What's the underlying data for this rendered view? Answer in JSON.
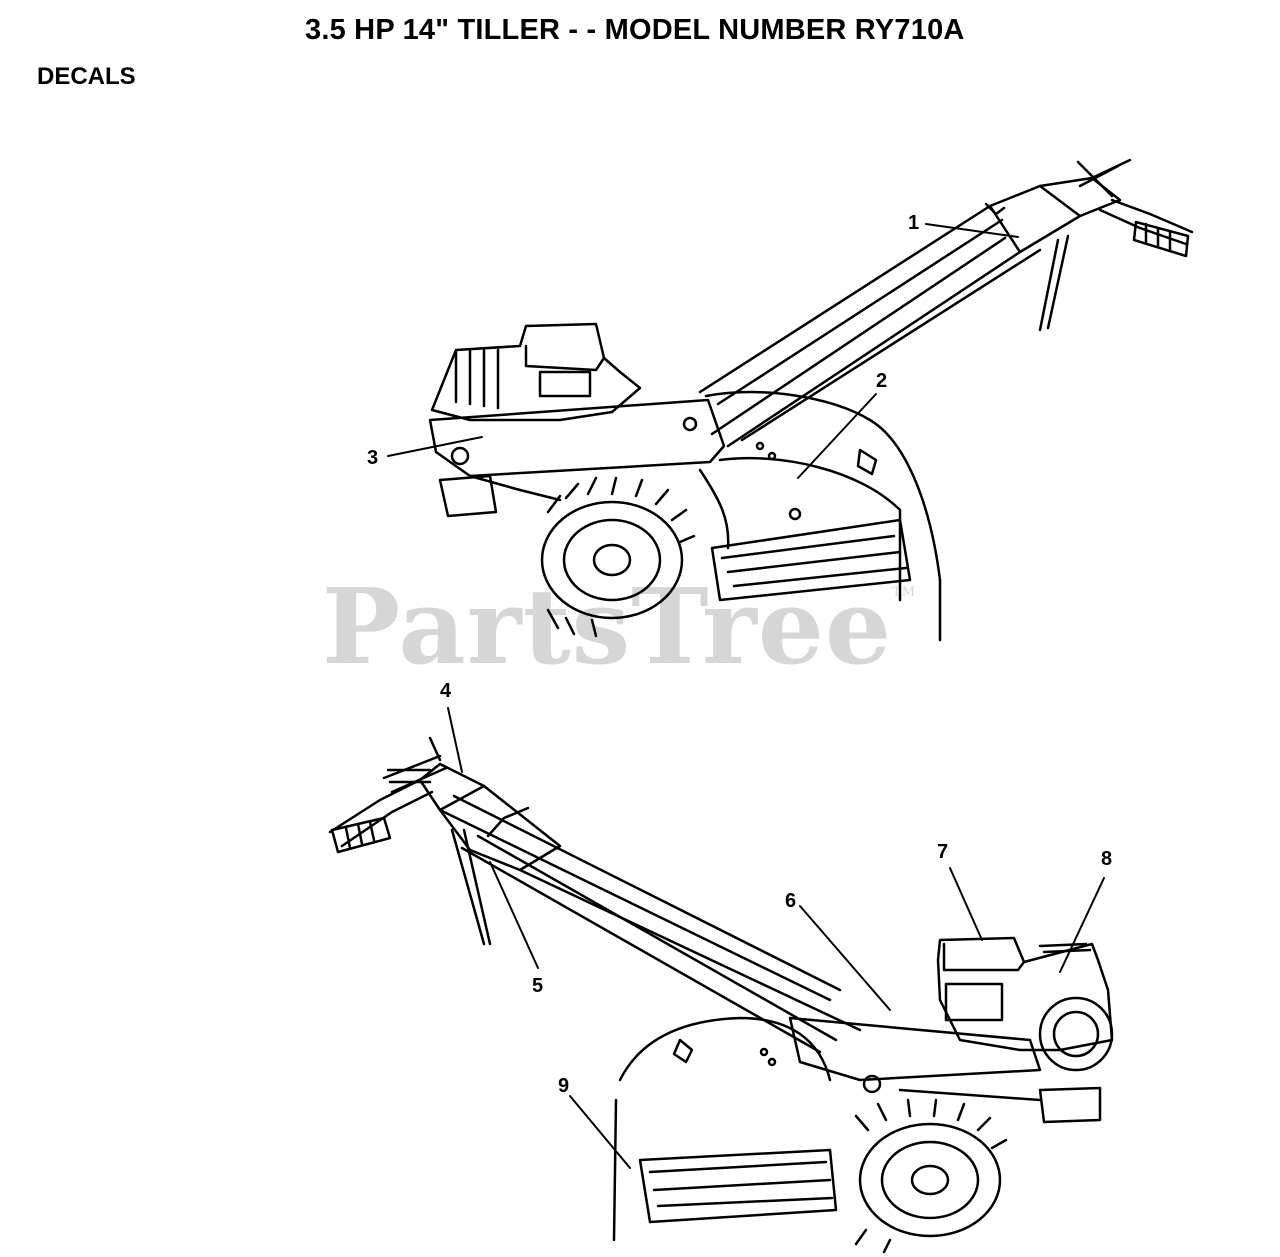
{
  "header": {
    "title": "3.5 HP  14\" TILLER - - MODEL NUMBER RY710A",
    "section": "DECALS"
  },
  "watermark": {
    "text": "PartsTree",
    "tm": "TM"
  },
  "callouts": [
    {
      "id": "1",
      "label": "1"
    },
    {
      "id": "2",
      "label": "2"
    },
    {
      "id": "3",
      "label": "3"
    },
    {
      "id": "4",
      "label": "4"
    },
    {
      "id": "5",
      "label": "5"
    },
    {
      "id": "6",
      "label": "6"
    },
    {
      "id": "7",
      "label": "7"
    },
    {
      "id": "8",
      "label": "8"
    },
    {
      "id": "9",
      "label": "9"
    }
  ]
}
